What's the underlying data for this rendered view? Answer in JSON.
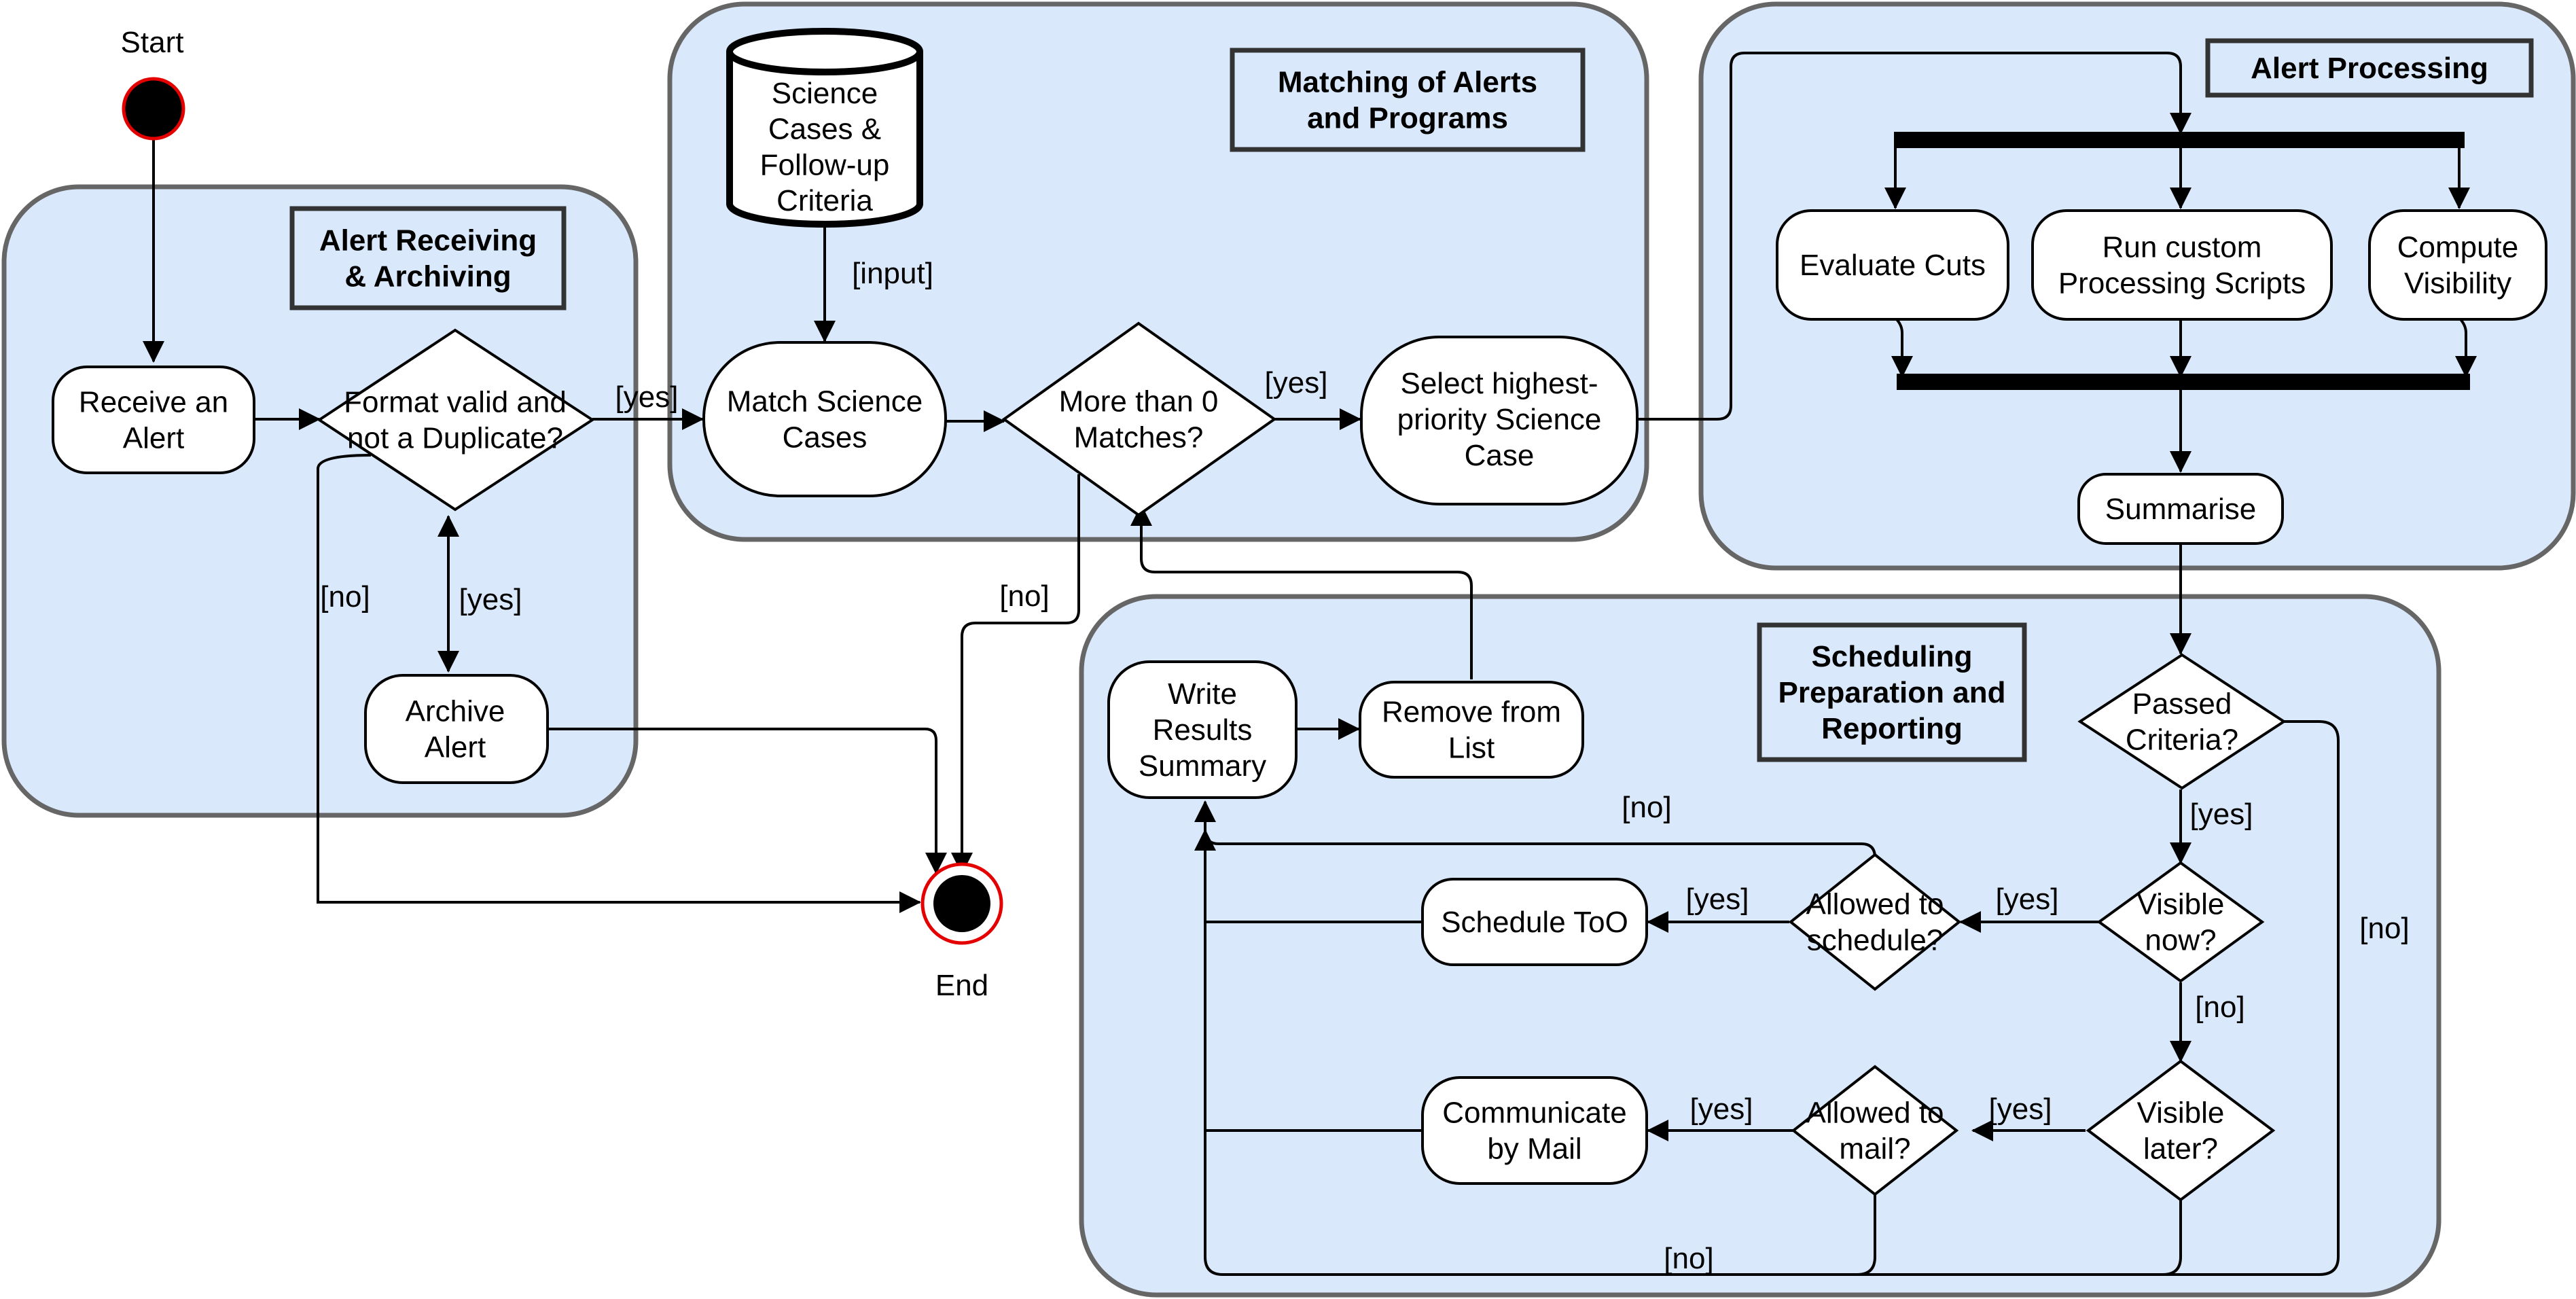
{
  "groups": {
    "receiving": "Alert Receiving\n& Archiving",
    "matching": "Matching of Alerts\nand Programs",
    "processing": "Alert Processing",
    "scheduling": "Scheduling\nPreparation and\nReporting"
  },
  "nodes": {
    "start": "Start",
    "end": "End",
    "receive": "Receive an\nAlert",
    "format_valid": "Format valid and\nnot a Duplicate?",
    "archive": "Archive\nAlert",
    "science_db": "Science\nCases &\nFollow-up\nCriteria",
    "match": "Match Science\nCases",
    "more_than_0": "More than 0\nMatches?",
    "select": "Select highest-\npriority Science\nCase",
    "evaluate_cuts": "Evaluate Cuts",
    "run_scripts": "Run custom\nProcessing Scripts",
    "compute_visibility": "Compute\nVisibility",
    "summarise": "Summarise",
    "passed": "Passed\nCriteria?",
    "visible_now": "Visible\nnow?",
    "allowed_schedule": "Allowed to\nschedule?",
    "schedule_too": "Schedule ToO",
    "visible_later": "Visible\nlater?",
    "allowed_mail": "Allowed to\nmail?",
    "communicate": "Communicate\nby Mail",
    "write_summary": "Write\nResults\nSummary",
    "remove": "Remove from\nList"
  },
  "edge_labels": {
    "format_yes": "[yes]",
    "format_no": "[no]",
    "archive_yes": "[yes]",
    "input": "[input]",
    "matches_yes": "[yes]",
    "matches_no": "[no]",
    "passed_yes": "[yes]",
    "passed_no": "[no]",
    "visible_now_yes": "[yes]",
    "visible_now_no": "[no]",
    "schedule_yes": "[yes]",
    "schedule_no": "[no]",
    "visible_later_yes": "[yes]",
    "mail_yes": "[yes]",
    "mail_no": "[no]"
  },
  "colors": {
    "group_fill": "#dae8fc",
    "group_stroke": "#666666",
    "terminal_ring": "#e50000",
    "title_box_stroke": "#333333"
  }
}
